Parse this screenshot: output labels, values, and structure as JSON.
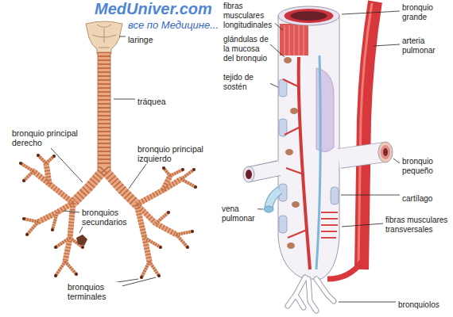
{
  "diagram": {
    "labels": [
      "MedUniver.com",
      "все по Медицине...",
      "laringe",
      "tráquea",
      "bronquio principal derecho",
      "bronquio principal izquierdo",
      "bronquios secundarios",
      "bronquios terminales",
      "fibras musculares longitudinales",
      "glándulas de la mucosa del bronquio",
      "tejido de sostén",
      "vena pulmonar",
      "bronquio grande",
      "arteria pulmonar",
      "bronquio pequeño",
      "cartílago",
      "fibras musculares transversales",
      "bronquiolos"
    ]
  }
}
